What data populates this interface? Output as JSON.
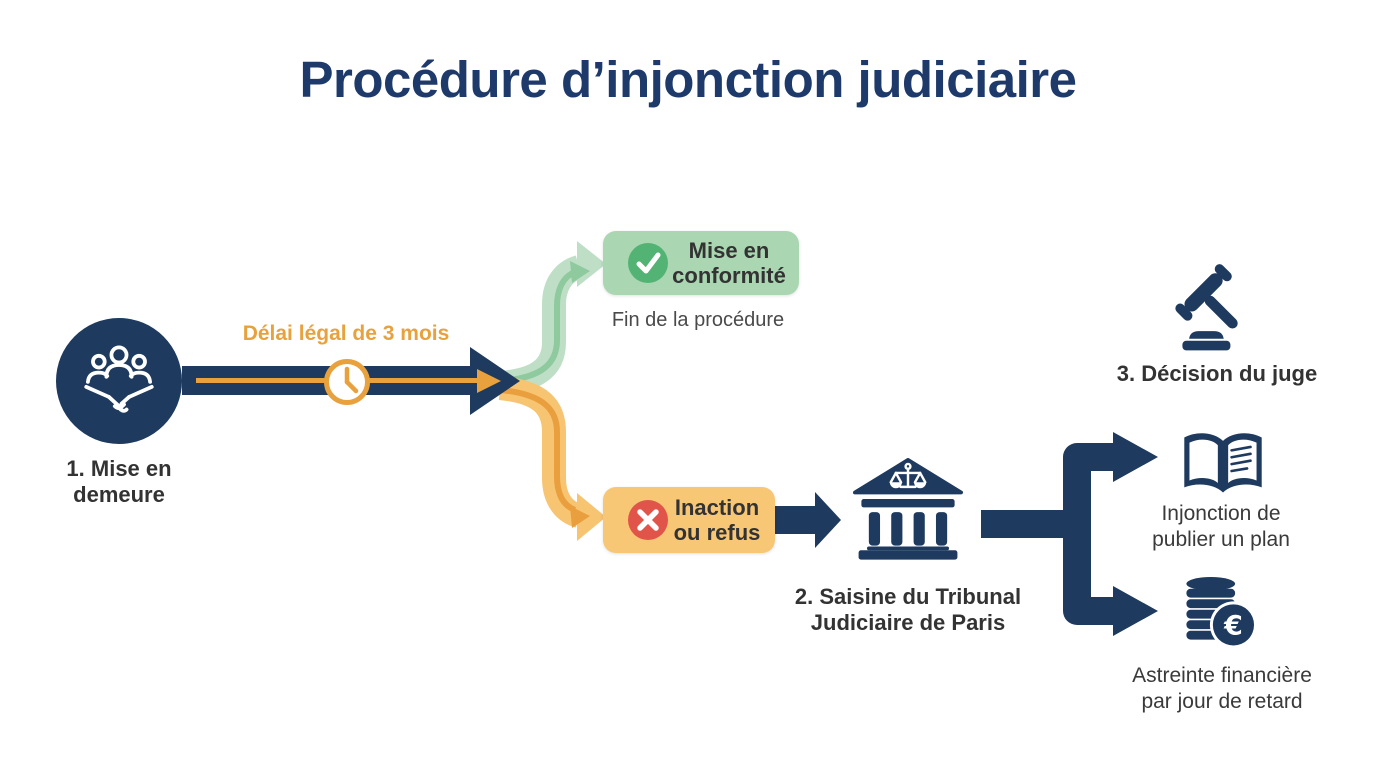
{
  "title": "Procédure d’injonction judiciaire",
  "step1": {
    "label_line1": "1. Mise en",
    "label_line2": "demeure"
  },
  "delay_label": "Délai légal de 3 mois",
  "compliance": {
    "line1": "Mise en",
    "line2": "conformité",
    "caption": "Fin de la procédure"
  },
  "refusal": {
    "line1": "Inaction",
    "line2": "ou refus"
  },
  "step2": {
    "label_line1": "2. Saisine du Tribunal",
    "label_line2": "Judiciaire de Paris"
  },
  "step3": {
    "label": "3. Décision du juge"
  },
  "outcomes": {
    "publish": {
      "line1": "Injonction de",
      "line2": "publier un plan"
    },
    "fine": {
      "line1": "Astreinte financière",
      "line2": "par jour de retard"
    }
  },
  "icons": {
    "step1": "people-handshake-icon",
    "delay": "clock-icon",
    "compliance": "check-circle-icon",
    "refusal": "x-circle-icon",
    "tribunal": "courthouse-icon",
    "decision": "gavel-icon",
    "publish": "open-book-icon",
    "fine": "euro-coins-icon"
  },
  "colors": {
    "navy": "#1e3a5f",
    "title_blue": "#1e3a6b",
    "orange": "#e8a13c",
    "orange_box": "#f8c775",
    "orange_band": "#f7c472",
    "green_box": "#aad7b2",
    "green_band": "#bedfc5",
    "green_check": "#53b374",
    "red": "#e0544a",
    "text_dark": "#333333",
    "text_gray": "#4a4a4a"
  }
}
